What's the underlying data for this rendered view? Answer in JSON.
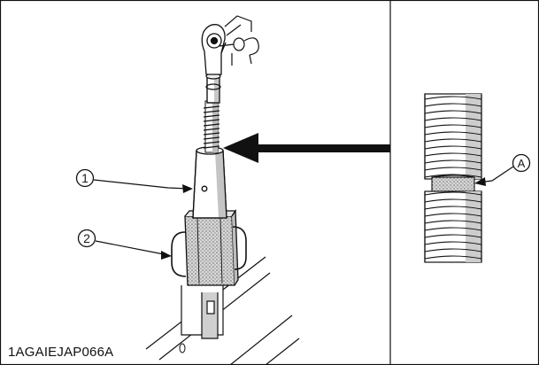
{
  "figure": {
    "code": "1AGAIEJAP066A",
    "callouts": {
      "one": "1",
      "two": "2",
      "a": "A"
    }
  },
  "colors": {
    "stroke": "#111111",
    "shade": "#bdbdbd",
    "stipple": "#8a8a8a",
    "background": "#ffffff"
  }
}
